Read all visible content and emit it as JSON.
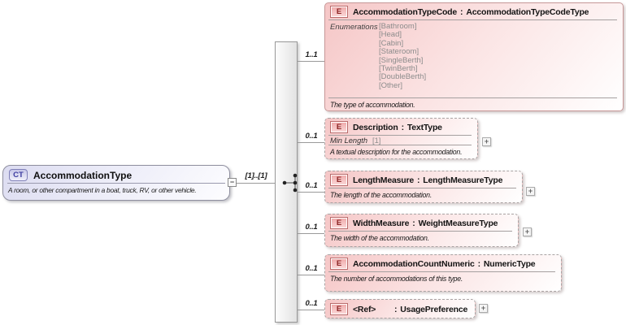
{
  "icons": {
    "minus": "−",
    "plus": "+"
  },
  "tokens": {
    "colon": ":"
  },
  "root": {
    "badge": "CT",
    "title": "AccommodationType",
    "description": "A room, or other compartment in a boat, truck, RV, or other vehicle.",
    "cardinality": "[1]..[1]"
  },
  "elements": [
    {
      "badge": "E",
      "name": "AccommodationTypeCode",
      "type": "AccommodationTypeCodeType",
      "cardinality": "1..1",
      "enumerations_label": "Enumerations",
      "enumerations": [
        "[Bathroom]",
        "[Head]",
        "[Cabin]",
        "[Stateroom]",
        "[SingleBerth]",
        "[TwinBerth]",
        "[DoubleBerth]",
        "[Other]"
      ],
      "description": "The type of accommodation."
    },
    {
      "badge": "E",
      "name": "Description",
      "type": "TextType",
      "cardinality": "0..1",
      "facet_label": "Min Length",
      "facet_value": "[1]",
      "description": "A textual description for the accommodation."
    },
    {
      "badge": "E",
      "name": "LengthMeasure",
      "type": "LengthMeasureType",
      "cardinality": "0..1",
      "description": "The length of the accommodation."
    },
    {
      "badge": "E",
      "name": "WidthMeasure",
      "type": "WeightMeasureType",
      "cardinality": "0..1",
      "description": "The width of the accommodation."
    },
    {
      "badge": "E",
      "name": "AccommodationCountNumeric",
      "type": "NumericType",
      "cardinality": "0..1",
      "description": "The number of accommodations of this type."
    },
    {
      "badge": "E",
      "name": "<Ref>",
      "type": "UsagePreference",
      "cardinality": "0..1"
    }
  ]
}
